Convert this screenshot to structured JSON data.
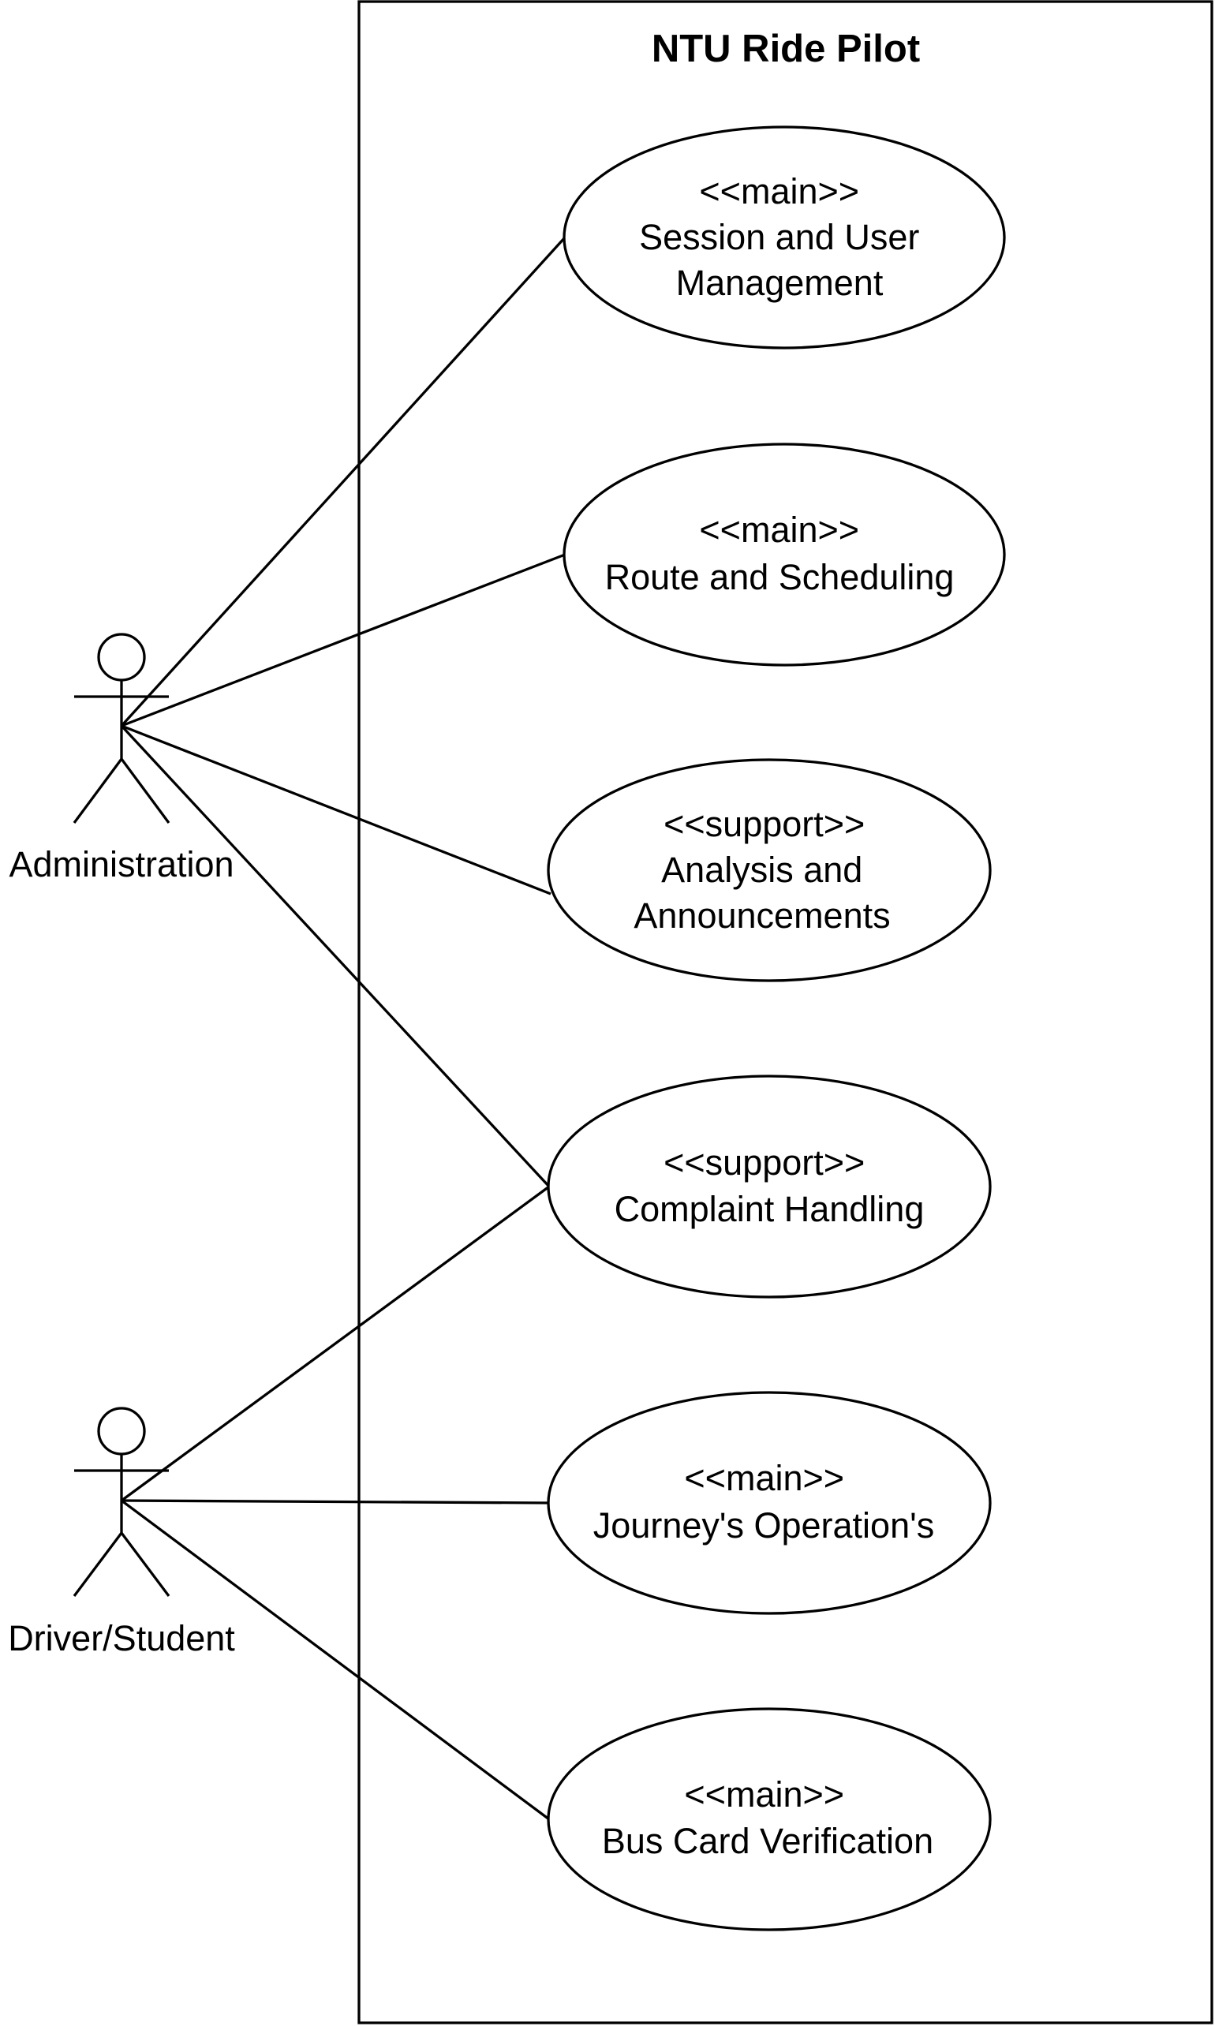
{
  "system": {
    "title": "NTU Ride Pilot"
  },
  "actors": [
    {
      "id": "admin",
      "label": "Administration"
    },
    {
      "id": "driver",
      "label": "Driver/Student"
    }
  ],
  "use_cases": [
    {
      "id": "session",
      "stereotype": "<<main>>",
      "lines": [
        "Session and User",
        "Management"
      ]
    },
    {
      "id": "route",
      "stereotype": "<<main>>",
      "lines": [
        "Route and Scheduling"
      ]
    },
    {
      "id": "analysis",
      "stereotype": "<<support>>",
      "lines": [
        "Analysis and",
        "Announcements"
      ]
    },
    {
      "id": "complaint",
      "stereotype": "<<support>>",
      "lines": [
        "Complaint Handling"
      ]
    },
    {
      "id": "journey",
      "stereotype": "<<main>>",
      "lines": [
        "Journey's Operation's"
      ]
    },
    {
      "id": "buscard",
      "stereotype": "<<main>>",
      "lines": [
        "Bus Card Verification"
      ]
    }
  ],
  "associations": [
    {
      "actor": "admin",
      "use_case": "session"
    },
    {
      "actor": "admin",
      "use_case": "route"
    },
    {
      "actor": "admin",
      "use_case": "analysis"
    },
    {
      "actor": "admin",
      "use_case": "complaint"
    },
    {
      "actor": "driver",
      "use_case": "complaint"
    },
    {
      "actor": "driver",
      "use_case": "journey"
    },
    {
      "actor": "driver",
      "use_case": "buscard"
    }
  ]
}
